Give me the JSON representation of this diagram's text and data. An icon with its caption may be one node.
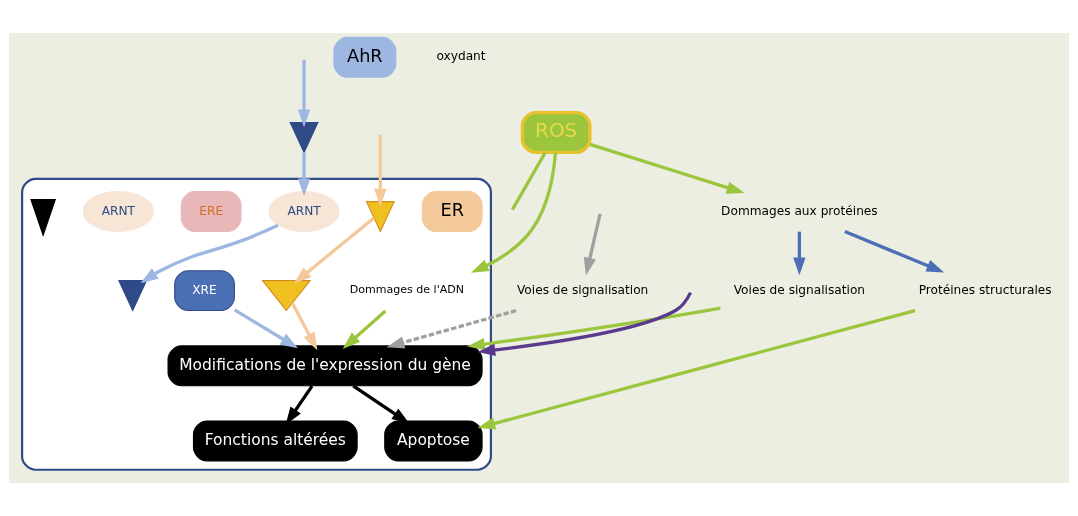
{
  "diagram": {
    "nodes": [
      {
        "text": [
          "Dommages aux protéines"
        ]
      },
      {
        "text": [
          "Voies de signalisation"
        ]
      },
      {
        "text": [
          "Protéines structurales"
        ]
      },
      {
        "text": [
          "ROS"
        ]
      },
      {
        "text": [
          "Voies de signalisation"
        ]
      },
      {
        "text": [],
        "shape": "picture"
      },
      {
        "text": [
          "AhR"
        ]
      },
      {
        "text": [],
        "shape": "ellipse"
      },
      {
        "text": [
          "Apoptose"
        ],
        "in": 7
      },
      {
        "text": [
          "Fonctions altérées"
        ],
        "in": 7
      },
      {
        "text": [
          "Modifications de l'expression du gène"
        ],
        "in": 7
      },
      {
        "text": [
          "ER"
        ],
        "in": 7
      },
      {
        "text": [],
        "shape": "picture",
        "in": 7
      },
      {
        "text": [
          "ARNT"
        ],
        "in": 7
      },
      {
        "text": [],
        "shape": "picture",
        "in": 7
      },
      {
        "text": [],
        "shape": "picture",
        "in": 7
      },
      {
        "text": [
          "ERE"
        ],
        "in": 7
      },
      {
        "text": [
          "ARNT"
        ],
        "in": 7
      },
      {
        "text": [
          "XRE"
        ],
        "in": 7
      },
      {
        "text": [
          "Dommages de l'ADN"
        ],
        "in": 7
      },
      {
        "text": [],
        "shape": "picture",
        "in": 7
      }
    ],
    "edges": [
      {
        "from": null,
        "to": 5,
        "arrow": "to",
        "color": "#9db7e0"
      },
      {
        "from": 5,
        "to": 13,
        "arrow": "to",
        "color": "#9db7e0"
      },
      {
        "from": 13,
        "to": 15,
        "arrow": "to",
        "color": "#9db7e0"
      },
      {
        "from": null,
        "to": 12,
        "arrow": "to",
        "color": "#f3c99b"
      },
      {
        "from": 12,
        "to": 14,
        "arrow": "to",
        "color": "#f3c99b"
      },
      {
        "from": 14,
        "to": 10,
        "arrow": "to",
        "color": "#f3c99b"
      },
      {
        "from": 18,
        "to": 10,
        "arrow": "to",
        "color": "#9db7e0"
      },
      {
        "from": null,
        "to": 10,
        "arrow": "to",
        "color": "#5b3a8c"
      },
      {
        "from": 0,
        "to": 1,
        "arrow": "to",
        "color": "#4a6fb5"
      },
      {
        "from": 0,
        "to": 2,
        "arrow": "to",
        "color": "#4a6fb5"
      },
      {
        "from": 3,
        "to": 0,
        "arrow": "to",
        "color": "#9bc53d"
      },
      {
        "from": 3,
        "to": null,
        "arrow": "none",
        "color": "#9bc53d"
      },
      {
        "from": 3,
        "to": 19,
        "arrow": "to",
        "color": "#9bc53d"
      },
      {
        "from": 1,
        "to": 10,
        "arrow": "to",
        "color": "#9bc53d"
      },
      {
        "from": 2,
        "to": 8,
        "arrow": "to",
        "color": "#9bc53d"
      },
      {
        "from": 19,
        "to": 10,
        "arrow": "to",
        "color": "#9bc53d"
      },
      {
        "from": null,
        "to": 4,
        "arrow": "to",
        "color": "#a0a0a0"
      },
      {
        "from": 4,
        "to": 10,
        "arrow": "to",
        "style": "dashed",
        "color": "#a0a0a0"
      },
      {
        "from": 10,
        "to": 8,
        "arrow": "to",
        "color": "#000000"
      },
      {
        "from": 10,
        "to": 9,
        "arrow": "to",
        "color": "#000000"
      }
    ],
    "labels": [
      "oxydant"
    ]
  }
}
